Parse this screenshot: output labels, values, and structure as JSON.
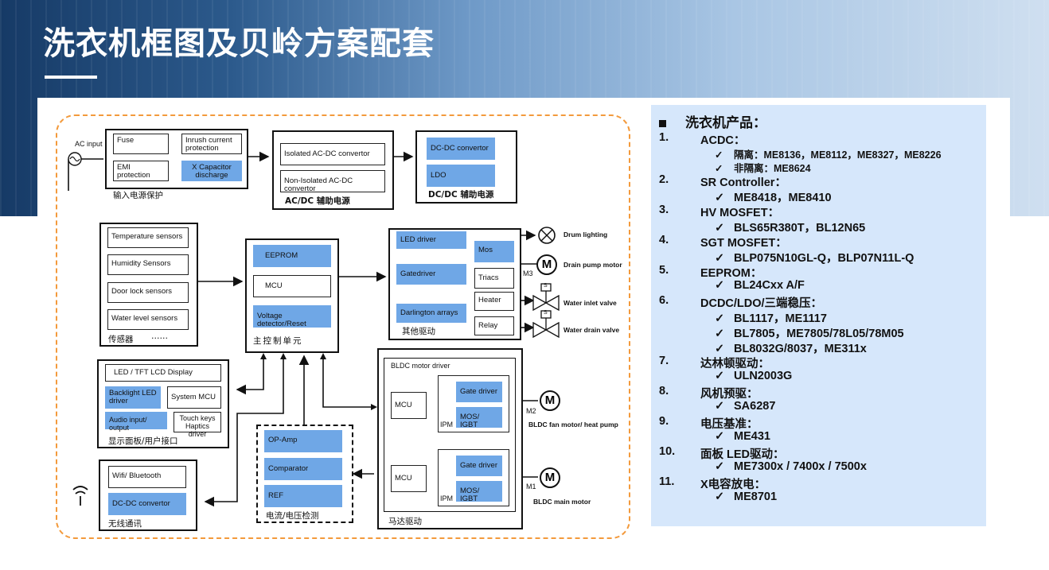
{
  "title": "洗衣机框图及贝岭方案配套",
  "diagram": {
    "ac_input": "AC input",
    "input_block": {
      "fuse": "Fuse",
      "inrush": "Inrush current protection",
      "emi": "EMI protection",
      "xcap": "X Capacitor discharge",
      "caption": "输入电源保护"
    },
    "acdc_block": {
      "isolated": "Isolated AC-DC convertor",
      "non_isolated": "Non-Isolated AC-DC convertor",
      "caption": "AC/DC 辅助电源"
    },
    "dcdc_block": {
      "dcdc": "DC-DC convertor",
      "ldo": "LDO",
      "caption": "DC/DC 辅助电源"
    },
    "sensor_block": {
      "temperature": "Temperature sensors",
      "humidity": "Humidity Sensors",
      "door": "Door lock sensors",
      "water": "Water level sensors",
      "caption": "传感器",
      "dots": "……"
    },
    "mcu_block": {
      "eeprom": "EEPROM",
      "mcu": "MCU",
      "voltage": "Voltage detector/Reset",
      "caption": "主控制单元"
    },
    "other_drive": {
      "led_driver": "LED driver",
      "gatedriver": "Gatedriver",
      "darlington": "Darlington arrays",
      "mos": "Mos",
      "triacs": "Triacs",
      "heater": "Heater",
      "relay": "Relay",
      "caption": "其他驱动"
    },
    "loads": {
      "drum_lighting": "Drum lighting",
      "drain_pump": "Drain pump motor",
      "m3": "M3",
      "water_inlet": "Water inlet valve",
      "water_drain": "Water drain valve",
      "valve_s": "S"
    },
    "display_block": {
      "lcd": "LED / TFT  LCD  Display",
      "backlight": "Backlight LED driver",
      "system_mcu": "System MCU",
      "audio": "Audio input/ output",
      "touch": "Touch keys Haptics driver",
      "caption": "显示面板/用户接口"
    },
    "wireless_block": {
      "wifi": "Wifi/ Bluetooth",
      "dcdc": "DC-DC convertor",
      "caption": "无线通讯"
    },
    "sense_block": {
      "opamp": "OP-Amp",
      "comparator": "Comparator",
      "ref": "REF",
      "caption": "电流/电压检测"
    },
    "motor_block": {
      "title": "BLDC motor driver",
      "mcu1": "MCU",
      "mcu2": "MCU",
      "ipm1": "IPM",
      "ipm2": "IPM",
      "gate1": "Gate driver",
      "gate2": "Gate driver",
      "mos1": "MOS/ IGBT",
      "mos2": "MOS/ IGBT",
      "caption": "马达驱动",
      "m2": "M2",
      "m1": "M1",
      "fan_motor": "BLDC fan motor/ heat pump",
      "main_motor": "BLDC main motor",
      "motor_symbol": "M"
    }
  },
  "products": {
    "heading": "洗衣机产品：",
    "items": [
      {
        "num": "1.",
        "name": "ACDC：",
        "subs": [
          "隔离：ME8136，ME8112，ME8327，ME8226",
          "非隔离：ME8624"
        ]
      },
      {
        "num": "2.",
        "name": "SR Controller：",
        "subs": [
          "ME8418，ME8410"
        ]
      },
      {
        "num": "3.",
        "name": "HV MOSFET：",
        "subs": [
          "BLS65R380T，BL12N65"
        ]
      },
      {
        "num": "4.",
        "name": "SGT MOSFET：",
        "subs": [
          "BLP075N10GL-Q，BLP07N11L-Q"
        ]
      },
      {
        "num": "5.",
        "name": "EEPROM：",
        "subs": [
          "BL24Cxx A/F"
        ]
      },
      {
        "num": "6.",
        "name": "DCDC/LDO/三端稳压：",
        "subs": [
          "BL1117，ME1117",
          "BL7805，ME7805/78L05/78M05",
          "BL8032G/8037，ME311x"
        ]
      },
      {
        "num": "7.",
        "name": "达林顿驱动：",
        "subs": [
          "ULN2003G"
        ]
      },
      {
        "num": "8.",
        "name": "风机预驱：",
        "subs": [
          "SA6287"
        ]
      },
      {
        "num": "9.",
        "name": "电压基准：",
        "subs": [
          "ME431"
        ]
      },
      {
        "num": "10.",
        "name": "面板 LED驱动：",
        "subs": [
          "ME7300x / 7400x / 7500x"
        ]
      },
      {
        "num": "11.",
        "name": "X电容放电：",
        "subs": [
          "ME8701"
        ]
      }
    ]
  }
}
